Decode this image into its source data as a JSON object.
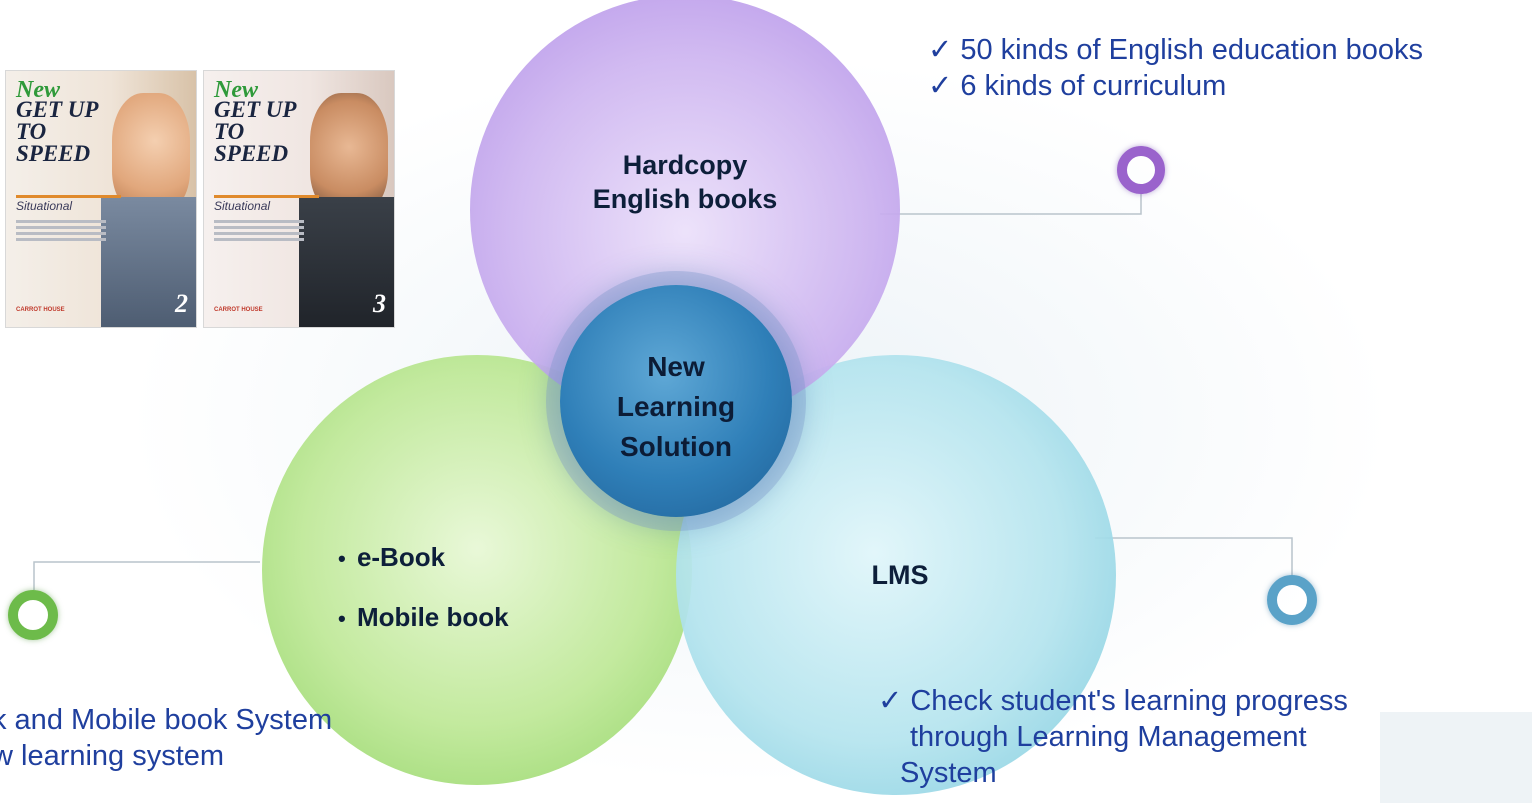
{
  "diagram": {
    "top_circle_label_line1": "Hardcopy",
    "top_circle_label_line2": "English books",
    "center_label_line1": "New",
    "center_label_line2": "Learning",
    "center_label_line3": "Solution",
    "left_circle_items": [
      "e-Book",
      "Mobile book"
    ],
    "right_circle_label": "LMS"
  },
  "notes": {
    "top": [
      "50 kinds of English education books",
      "6 kinds of curriculum"
    ],
    "left": [
      "k and Mobile book System",
      "w learning system"
    ],
    "right": [
      "Check student's learning progress",
      "through Learning Management",
      "System"
    ]
  },
  "books": [
    {
      "brand": "New",
      "title": "GET UP TO SPEED",
      "subtitle": "Situational",
      "number": "2",
      "publisher": "CARROT HOUSE"
    },
    {
      "brand": "New",
      "title": "GET UP TO SPEED",
      "subtitle": "Situational",
      "number": "3",
      "publisher": "CARROT HOUSE"
    }
  ],
  "colors": {
    "note_text": "#1f3f9e",
    "top_circle": "#c9b2ee",
    "left_circle": "#b5e38e",
    "right_circle": "#a9dfea",
    "center_circle": "#2f7fb8"
  },
  "icons": {
    "check": "checkmark-icon",
    "ring": "ring-icon"
  }
}
